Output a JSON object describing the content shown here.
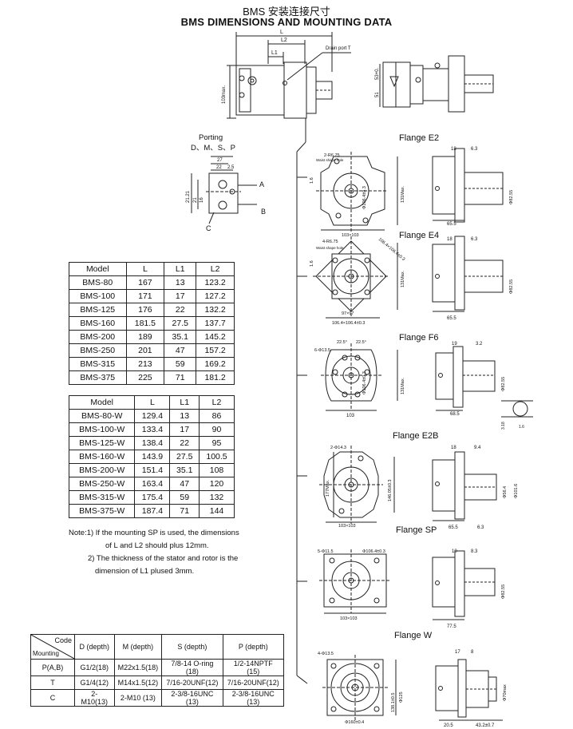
{
  "header": {
    "title_cn": "BMS 安装连接尺寸",
    "title_en": "BMS DIMENSIONS AND MOUNTING DATA"
  },
  "top_view": {
    "dim_L": "L",
    "dim_L2": "L2",
    "dim_L1": "L1",
    "drain_port": "Drain port T",
    "height": "103max.",
    "right_dim_1": "53+0.",
    "right_dim_2": "51"
  },
  "porting": {
    "title": "Porting",
    "subtitle": "D、M、S、P",
    "dims": [
      "27",
      "22",
      "2.5",
      "21",
      "16",
      "21.21"
    ],
    "port_a": "A",
    "port_b": "B",
    "port_c": "C"
  },
  "table_standard": {
    "headers": [
      "Model",
      "L",
      "L1",
      "L2"
    ],
    "rows": [
      [
        "BMS-80",
        "167",
        "13",
        "123.2"
      ],
      [
        "BMS-100",
        "171",
        "17",
        "127.2"
      ],
      [
        "BMS-125",
        "176",
        "22",
        "132.2"
      ],
      [
        "BMS-160",
        "181.5",
        "27.5",
        "137.7"
      ],
      [
        "BMS-200",
        "189",
        "35.1",
        "145.2"
      ],
      [
        "BMS-250",
        "201",
        "47",
        "157.2"
      ],
      [
        "BMS-315",
        "213",
        "59",
        "169.2"
      ],
      [
        "BMS-375",
        "225",
        "71",
        "181.2"
      ]
    ]
  },
  "table_w": {
    "headers": [
      "Model",
      "L",
      "L1",
      "L2"
    ],
    "rows": [
      [
        "BMS-80-W",
        "129.4",
        "13",
        "86"
      ],
      [
        "BMS-100-W",
        "133.4",
        "17",
        "90"
      ],
      [
        "BMS-125-W",
        "138.4",
        "22",
        "95"
      ],
      [
        "BMS-160-W",
        "143.9",
        "27.5",
        "100.5"
      ],
      [
        "BMS-200-W",
        "151.4",
        "35.1",
        "108"
      ],
      [
        "BMS-250-W",
        "163.4",
        "47",
        "120"
      ],
      [
        "BMS-315-W",
        "175.4",
        "59",
        "132"
      ],
      [
        "BMS-375-W",
        "187.4",
        "71",
        "144"
      ]
    ]
  },
  "notes": {
    "line1": "Note:1) If the mounting SP is used, the dimensions",
    "line2": "of L and L2 should plus 12mm.",
    "line3": "2) The thickness of the stator and rotor is the",
    "line4": "dimension of L1 plused 3mm."
  },
  "table_ports": {
    "corner_code": "Code",
    "corner_mounting": "Mounting",
    "headers": [
      "D (depth)",
      "M (depth)",
      "S (depth)",
      "P (depth)"
    ],
    "rows": [
      [
        "P(A,B)",
        "G1/2(18)",
        "M22x1.5(18)",
        "7/8-14 O-ring (18)",
        "1/2-14NPTF (15)"
      ],
      [
        "T",
        "G1/4(12)",
        "M14x1.5(12)",
        "7/16-20UNF(12)",
        "7/16-20UNF(12)"
      ],
      [
        "C",
        "2-M10(13)",
        "2-M10 (13)",
        "2-3/8-16UNC (13)",
        "2-3/8-16UNC (13)"
      ]
    ]
  },
  "flanges": {
    "e2": {
      "name": "Flange E2",
      "hole": "2-R6.75",
      "hole_note": "Waist shape hole",
      "dia": "Φ106.4±0.3",
      "max": "131Max.",
      "sq": "103×103",
      "d1": "18",
      "d2": "6.3",
      "shaft": "Φ82.55",
      "len": "65.5",
      "t": "1.6"
    },
    "e4": {
      "name": "Flange E4",
      "hole": "4-R6.75",
      "hole_note": "Waist shape hole",
      "dia": "106.4×106.4±0.3",
      "max": "131Max.",
      "sq": "97×97",
      "d1": "18",
      "d2": "6.3",
      "shaft": "Φ82.55",
      "len": "65.5",
      "t": "1.6"
    },
    "f6": {
      "name": "Flange F6",
      "hole": "6-Φ13.5",
      "angle": "22.5°",
      "dia": "Φ106.4±0.3",
      "max": "131Max.",
      "sq": "103",
      "d1": "19",
      "d2": "3.2",
      "shaft": "Φ82.55",
      "len": "68.5",
      "d3": "3.18",
      "d4": "1.6"
    },
    "e2b": {
      "name": "Flange E2B",
      "hole": "2-Φ14.3",
      "max": "177Max.",
      "dia": "146.05±0.3",
      "sq": "103×103",
      "d1": "18",
      "d2": "9.4",
      "shaft": "Φ56.4",
      "shaft2": "Φ101.6",
      "len": "65.5",
      "len2": "6.3"
    },
    "sp": {
      "name": "Flange SP",
      "hole": "5-Φ11.5",
      "dia": "Φ106.4±0.3",
      "sq": "103×103",
      "d1": "10",
      "d2": "8.3",
      "shaft": "Φ82.55",
      "len": "77.5"
    },
    "w": {
      "name": "Flange W",
      "hole": "4-Φ13.5",
      "dia": "Φ160±0.4",
      "d1": "138.1±0.5",
      "d2": "Φ125",
      "shaft": "Φ70max",
      "d3": "17",
      "d4": "8",
      "len1": "20.5",
      "len2": "43.2±0.7"
    }
  }
}
